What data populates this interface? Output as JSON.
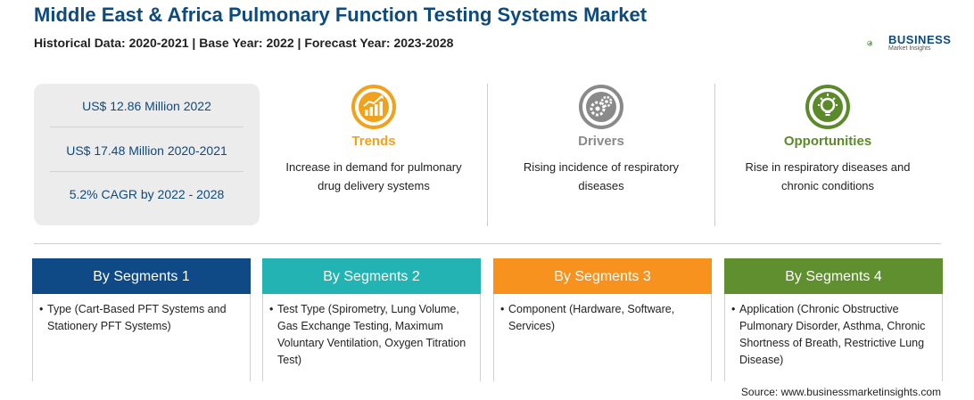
{
  "header": {
    "title": "Middle East & Africa Pulmonary Function Testing Systems Market",
    "subtitle": "Historical Data: 2020-2021 | Base Year: 2022 | Forecast Year: 2023-2028"
  },
  "logo": {
    "name": "BUSINESS",
    "tagline": "Market Insights"
  },
  "stats": [
    "US$ 12.86 Million 2022",
    "US$ 17.48 Million 2020-2021",
    "5.2% CAGR by 2022 - 2028"
  ],
  "features": [
    {
      "label": "Trends",
      "desc_line1": "Increase in demand for pulmonary",
      "desc_line2": "drug delivery systems",
      "icon": "trend-chart-icon",
      "color": "#f0a21c"
    },
    {
      "label": "Drivers",
      "desc_line1": "Rising incidence of respiratory",
      "desc_line2": "diseases",
      "icon": "gears-icon",
      "color": "#8a8a8a"
    },
    {
      "label": "Opportunities",
      "desc_line1": "Rise in respiratory diseases and",
      "desc_line2": "chronic conditions",
      "icon": "lightbulb-icon",
      "color": "#5b8a2a"
    }
  ],
  "segments": [
    {
      "title": "By Segments 1",
      "text": "Type (Cart-Based PFT Systems and Stationery PFT Systems)",
      "color": "#0f4a86"
    },
    {
      "title": "By Segments 2",
      "text": "Test Type (Spirometry, Lung Volume, Gas Exchange Testing, Maximum Voluntary Ventilation, Oxygen Titration Test)",
      "color": "#23b3b3"
    },
    {
      "title": "By Segments 3",
      "text": "Component (Hardware, Software, Services)",
      "color": "#f7921e"
    },
    {
      "title": "By Segments 4",
      "text": "Application (Chronic Obstructive Pulmonary Disorder, Asthma, Chronic Shortness of Breath, Restrictive Lung Disease)",
      "color": "#5f8f2e"
    }
  ],
  "source": "Source: www.businessmarketinsights.com"
}
